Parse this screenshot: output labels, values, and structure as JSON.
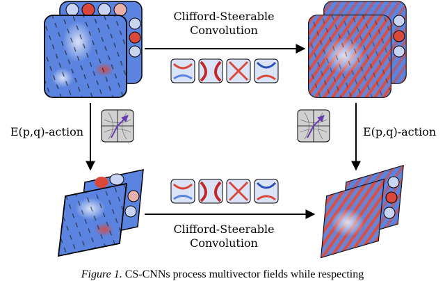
{
  "labels": {
    "top_conv_line1": "Clifford-Steerable",
    "top_conv_line2": "Convolution",
    "bottom_conv_line1": "Clifford-Steerable",
    "bottom_conv_line2": "Convolution",
    "left_action": "E(p,q)-action",
    "right_action": "E(p,q)-action"
  },
  "caption": {
    "figure_number": "Figure 1.",
    "text": "CS-CNNs process multivector fields while respecting"
  },
  "colors": {
    "field_blue": "#5b84e0",
    "field_red": "#d9483b",
    "arrow_purple": "#6a3ab0",
    "panel_gray": "#d0d0d0"
  }
}
